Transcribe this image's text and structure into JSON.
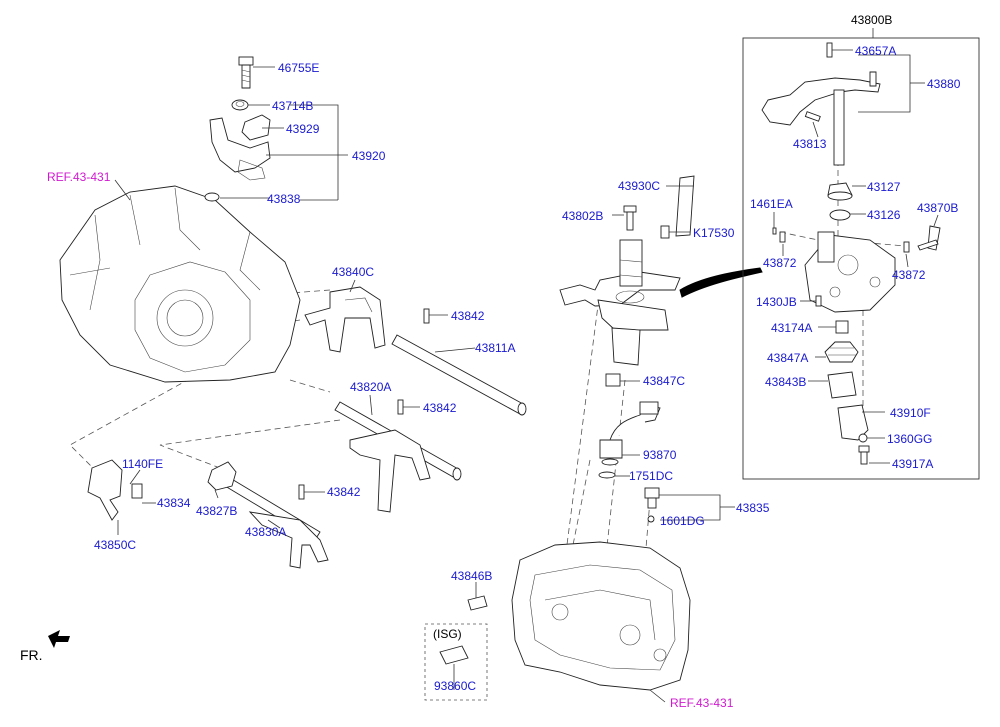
{
  "labels": {
    "p46755E": "46755E",
    "p43714B": "43714B",
    "p43929": "43929",
    "p43920": "43920",
    "p43838": "43838",
    "ref_top": "REF.43-431",
    "p43840C": "43840C",
    "p43842a": "43842",
    "p43811A": "43811A",
    "p43820A": "43820A",
    "p43842b": "43842",
    "p1140FE": "1140FE",
    "p43834": "43834",
    "p43827B": "43827B",
    "p43842c": "43842",
    "p43830A": "43830A",
    "p43850C": "43850C",
    "p43930C": "43930C",
    "p43802B": "43802B",
    "pK17530": "K17530",
    "p43847C": "43847C",
    "p93870": "93870",
    "p1751DC": "1751DC",
    "p43835": "43835",
    "p1601DG": "1601DG",
    "p43846B": "43846B",
    "isg": "(ISG)",
    "p93860C": "93860C",
    "ref_bottom": "REF.43-431",
    "fr": "FR.",
    "p43800B": "43800B",
    "p43657A": "43657A",
    "p43880": "43880",
    "p43813": "43813",
    "p43127": "43127",
    "p1461EA": "1461EA",
    "p43126": "43126",
    "p43870B": "43870B",
    "p43872a": "43872",
    "p43872b": "43872",
    "p1430JB": "1430JB",
    "p43174A": "43174A",
    "p43847A": "43847A",
    "p43843B": "43843B",
    "p43910F": "43910F",
    "p1360GG": "1360GG",
    "p43917A": "43917A"
  },
  "colors": {
    "part_number": "#1a1ad0",
    "reference": "#d01ad0",
    "line": "#333333"
  }
}
